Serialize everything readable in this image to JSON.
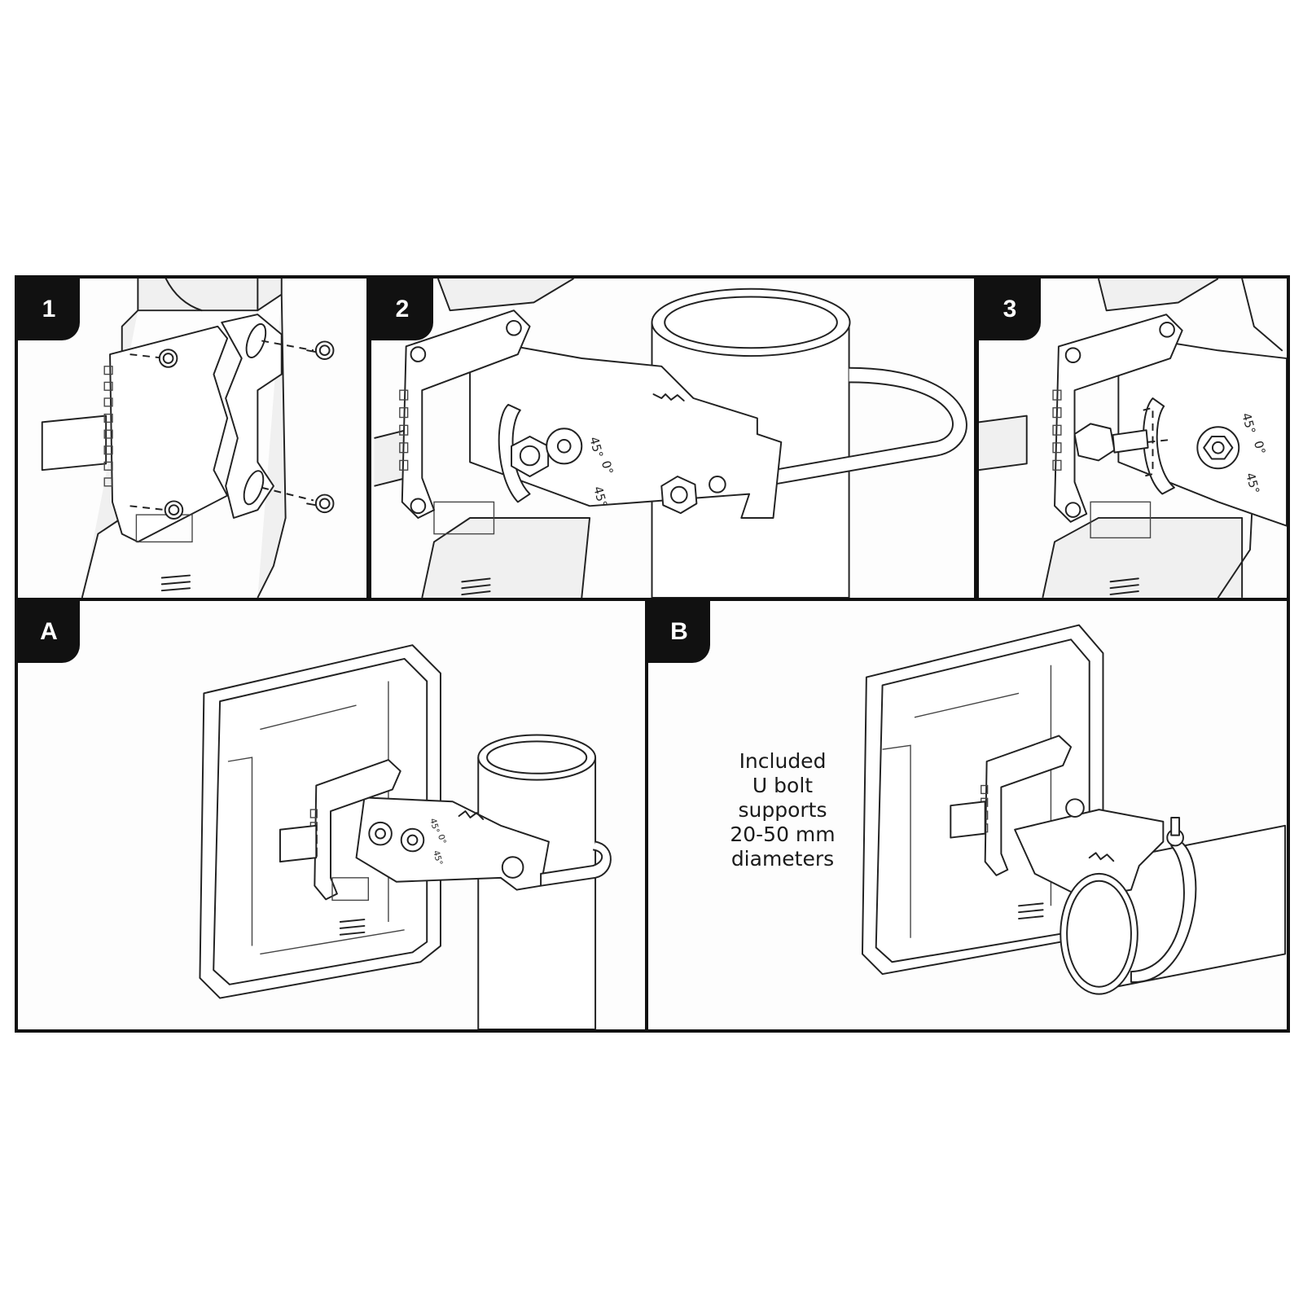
{
  "steps": [
    {
      "label": "1"
    },
    {
      "label": "2"
    },
    {
      "label": "3"
    },
    {
      "label": "A"
    },
    {
      "label": "B"
    }
  ],
  "scale": {
    "upper": "45°",
    "zero": "0°",
    "lower": "45°"
  },
  "caption": [
    "Included",
    "U bolt",
    "supports",
    "20-50 mm",
    "diameters"
  ],
  "colors": {
    "line": "#222222",
    "badge": "#111111",
    "background": "#ffffff"
  }
}
